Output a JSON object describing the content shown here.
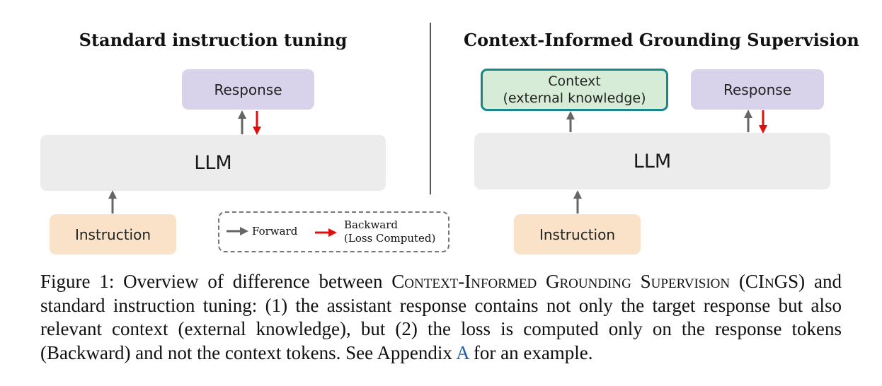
{
  "left_panel": {
    "title": "Standard instruction tuning",
    "response_label": "Response",
    "llm_label": "LLM",
    "instruction_label": "Instruction"
  },
  "right_panel": {
    "title": "Context-Informed Grounding Supervision",
    "context_line1": "Context",
    "context_line2": "(external knowledge)",
    "response_label": "Response",
    "llm_label": "LLM",
    "instruction_label": "Instruction"
  },
  "legend": {
    "forward_label": "Forward",
    "backward_line1": "Backward",
    "backward_line2": "(Loss Computed)"
  },
  "colors": {
    "forward_arrow": "#666666",
    "backward_arrow": "#e01010",
    "context_border": "#18878c",
    "link": "#1f5fa8"
  },
  "caption": {
    "prefix": "Figure 1: Overview of difference between ",
    "method_name": "Context-Informed Grounding Supervision",
    "abbrev_open": " (CI",
    "abbrev_small": "n",
    "abbrev_close": "GS)",
    "body": " and standard instruction tuning: (1) the assistant response contains not only the target response but also relevant context (external knowledge), but (2) the loss is computed only on the response tokens (Backward) and not the context tokens. See Appendix ",
    "appendix_ref": "A",
    "suffix": " for an example."
  }
}
